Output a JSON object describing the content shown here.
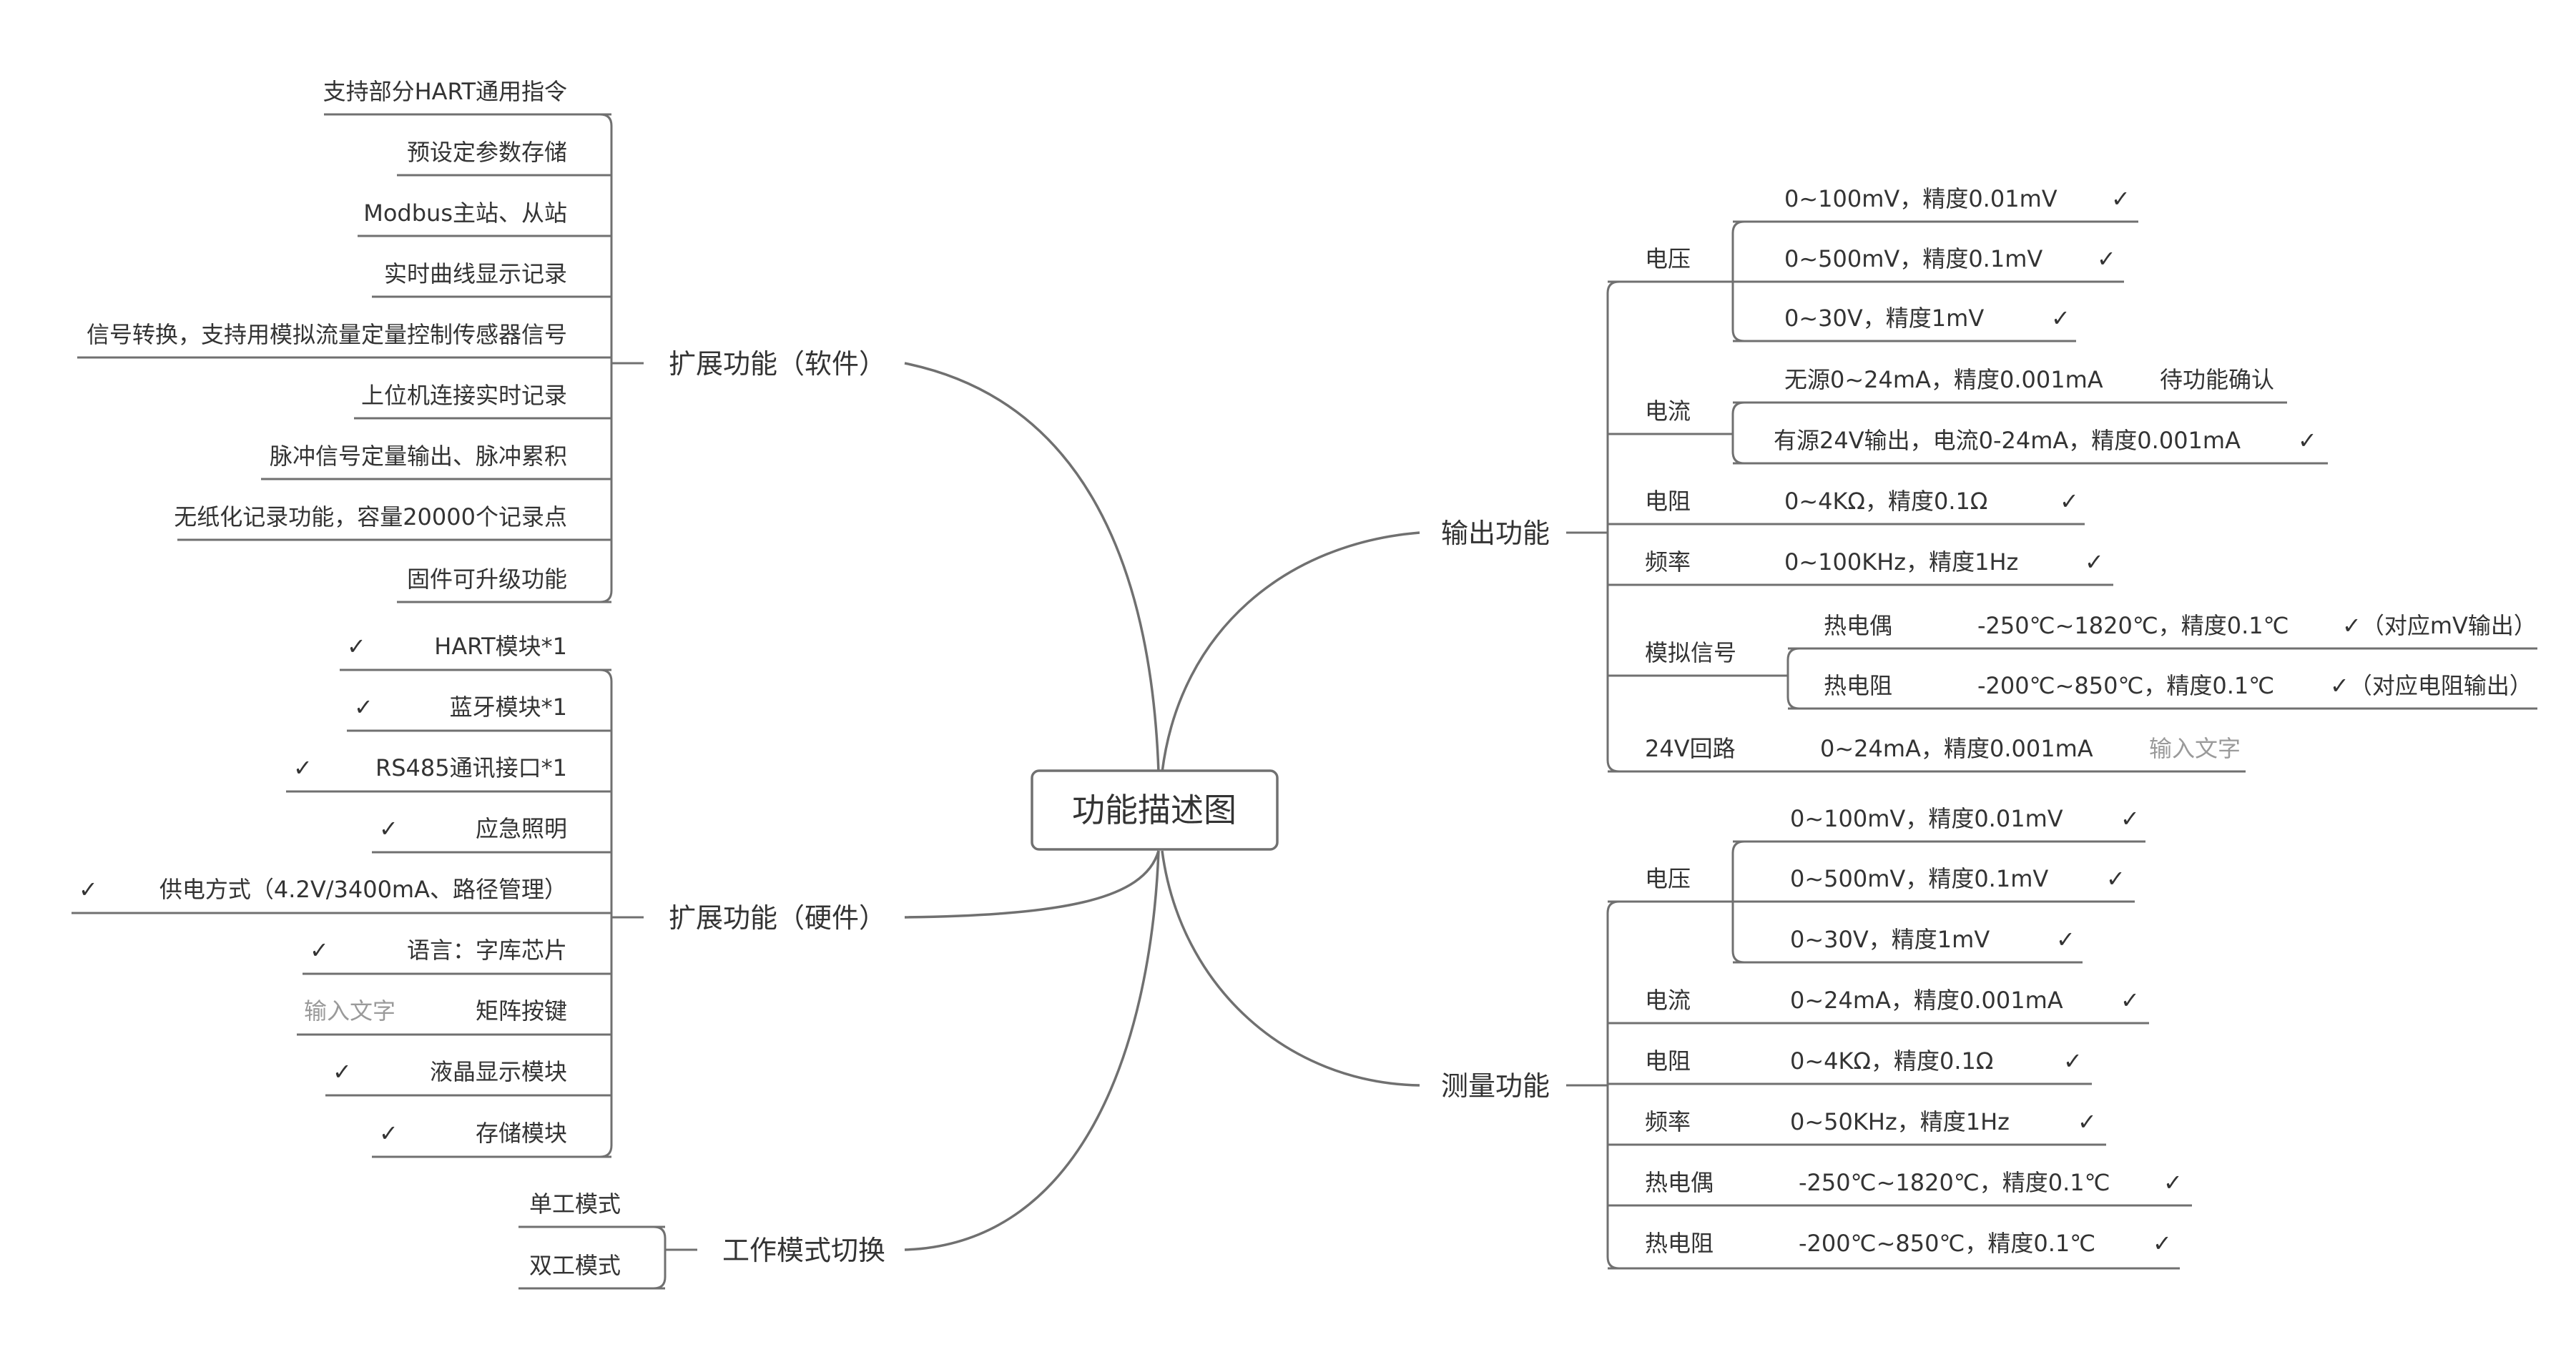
{
  "central": "功能描述图",
  "branches": {
    "software": {
      "label": "扩展功能（软件）",
      "items": [
        {
          "text": "支持部分HART通用指令"
        },
        {
          "text": "预设定参数存储"
        },
        {
          "text": "Modbus主站、从站"
        },
        {
          "text": "实时曲线显示记录"
        },
        {
          "text": "信号转换，支持用模拟流量定量控制传感器信号"
        },
        {
          "text": "上位机连接实时记录"
        },
        {
          "text": "脉冲信号定量输出、脉冲累积"
        },
        {
          "text": "无纸化记录功能，容量20000个记录点"
        },
        {
          "text": "固件可升级功能"
        }
      ]
    },
    "hardware": {
      "label": "扩展功能（硬件）",
      "items": [
        {
          "text": "HART模块*1",
          "mark": "✓"
        },
        {
          "text": "蓝牙模块*1",
          "mark": "✓"
        },
        {
          "text": "RS485通讯接口*1",
          "mark": "✓"
        },
        {
          "text": "应急照明",
          "mark": "✓"
        },
        {
          "text": "供电方式（4.2V/3400mA、路径管理）",
          "mark": "✓"
        },
        {
          "text": "语言：字库芯片",
          "mark": "✓"
        },
        {
          "text": "矩阵按键",
          "mark": "输入文字"
        },
        {
          "text": "液晶显示模块",
          "mark": "✓"
        },
        {
          "text": "存储模块",
          "mark": "✓"
        }
      ]
    },
    "mode": {
      "label": "工作模式切换",
      "items": [
        {
          "text": "单工模式"
        },
        {
          "text": "双工模式"
        }
      ]
    },
    "output": {
      "label": "输出功能",
      "groups": [
        {
          "label": "电压",
          "items": [
            {
              "text": "0~100mV，精度0.01mV",
              "mark": "✓"
            },
            {
              "text": "0~500mV，精度0.1mV",
              "mark": "✓"
            },
            {
              "text": "0~30V，精度1mV",
              "mark": "✓"
            }
          ]
        },
        {
          "label": "电流",
          "items": [
            {
              "text": "无源0~24mA，精度0.001mA",
              "mark": "待功能确认"
            },
            {
              "text": "有源24V输出，电流0-24mA，精度0.001mA",
              "mark": "✓"
            }
          ]
        },
        {
          "label": "电阻",
          "items": [
            {
              "text": "0~4KΩ，精度0.1Ω",
              "mark": "✓"
            }
          ]
        },
        {
          "label": "频率",
          "items": [
            {
              "text": "0~100KHz，精度1Hz",
              "mark": "✓"
            }
          ]
        },
        {
          "label": "模拟信号",
          "items": [
            {
              "name": "热电偶",
              "text": "-250℃~1820℃，精度0.1℃",
              "mark": "✓（对应mV输出）"
            },
            {
              "name": "热电阻",
              "text": "-200℃~850℃，精度0.1℃",
              "mark": "✓（对应电阻输出）"
            }
          ]
        },
        {
          "label": "24V回路",
          "items": [
            {
              "text": "0~24mA，精度0.001mA",
              "mark": "输入文字"
            }
          ]
        }
      ]
    },
    "measure": {
      "label": "测量功能",
      "groups": [
        {
          "label": "电压",
          "items": [
            {
              "text": "0~100mV，精度0.01mV",
              "mark": "✓"
            },
            {
              "text": "0~500mV，精度0.1mV",
              "mark": "✓"
            },
            {
              "text": "0~30V，精度1mV",
              "mark": "✓"
            }
          ]
        },
        {
          "label": "电流",
          "items": [
            {
              "text": "0~24mA，精度0.001mA",
              "mark": "✓"
            }
          ]
        },
        {
          "label": "电阻",
          "items": [
            {
              "text": "0~4KΩ，精度0.1Ω",
              "mark": "✓"
            }
          ]
        },
        {
          "label": "频率",
          "items": [
            {
              "text": "0~50KHz，精度1Hz",
              "mark": "✓"
            }
          ]
        },
        {
          "label": "热电偶",
          "items": [
            {
              "text": "-250℃~1820℃，精度0.1℃",
              "mark": "✓"
            }
          ]
        },
        {
          "label": "热电阻",
          "items": [
            {
              "text": "-200℃~850℃，精度0.1℃",
              "mark": "✓"
            }
          ]
        }
      ]
    }
  }
}
